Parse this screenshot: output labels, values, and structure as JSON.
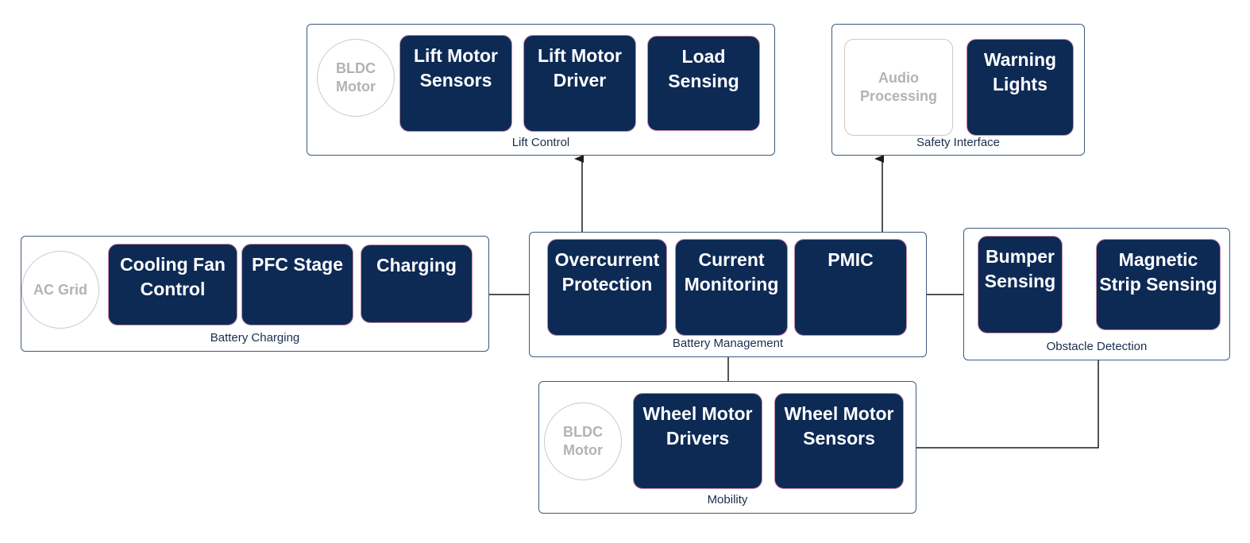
{
  "groups": {
    "lift_control": {
      "label": "Lift Control",
      "external": "BLDC\nMotor",
      "blocks": [
        "Lift Motor\nSensors",
        "Lift Motor\nDriver",
        "Load\nSensing"
      ]
    },
    "safety_interface": {
      "label": "Safety Interface",
      "external": "Audio\nProcessing",
      "blocks": [
        "Warning\nLights"
      ]
    },
    "battery_charging": {
      "label": "Battery Charging",
      "external": "AC Grid",
      "blocks": [
        "Cooling Fan\nControl",
        "PFC Stage",
        "Charging"
      ]
    },
    "battery_management": {
      "label": "Battery Management",
      "blocks": [
        "Overcurrent\nProtection",
        "Current\nMonitoring",
        "PMIC"
      ]
    },
    "obstacle_detection": {
      "label": "Obstacle Detection",
      "blocks": [
        "Bumper\nSensing",
        "Magnetic\nStrip Sensing"
      ]
    },
    "mobility": {
      "label": "Mobility",
      "external": "BLDC\nMotor",
      "blocks": [
        "Wheel Motor\nDrivers",
        "Wheel Motor\nSensors"
      ]
    }
  },
  "colors": {
    "block_fill": "#0d2a55",
    "block_border": "#c98aa6",
    "group_border": "#3f5a7a",
    "ghost": "#b3b3b3",
    "connector": "#1a1a1a"
  }
}
